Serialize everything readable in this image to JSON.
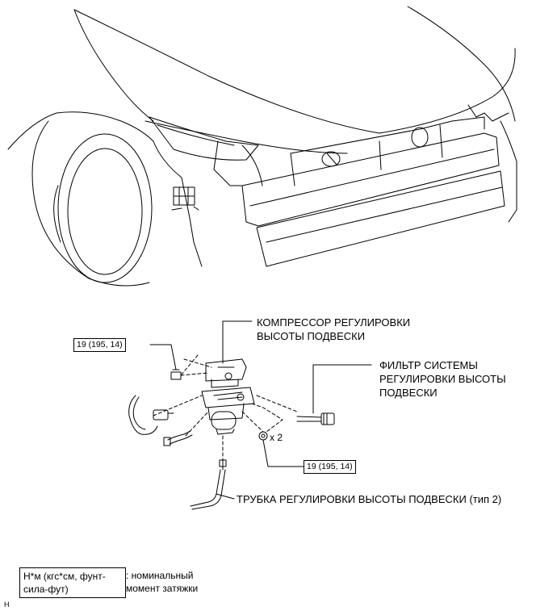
{
  "labels": {
    "compressor_line1": "КОМПРЕССОР РЕГУЛИРОВКИ",
    "compressor_line2": "ВЫСОТЫ ПОДВЕСКИ",
    "filter_line1": "ФИЛЬТР СИСТЕМЫ",
    "filter_line2": "РЕГУЛИРОВКИ ВЫСОТЫ",
    "filter_line3": "ПОДВЕСКИ",
    "tube": "ТРУБКА РЕГУЛИРОВКИ ВЫСОТЫ ПОДВЕСКИ (тип 2)",
    "multiplier": "x 2"
  },
  "torque_specs": [
    {
      "value": "19 (195, 14)"
    },
    {
      "value": "19 (195, 14)"
    }
  ],
  "legend": {
    "box_line1": "Н*м (кгс*см, фунт-",
    "box_line2": "сила-фут)",
    "desc_line1": ": номинальный",
    "desc_line2": "момент затяжки"
  },
  "corner_mark": "H"
}
